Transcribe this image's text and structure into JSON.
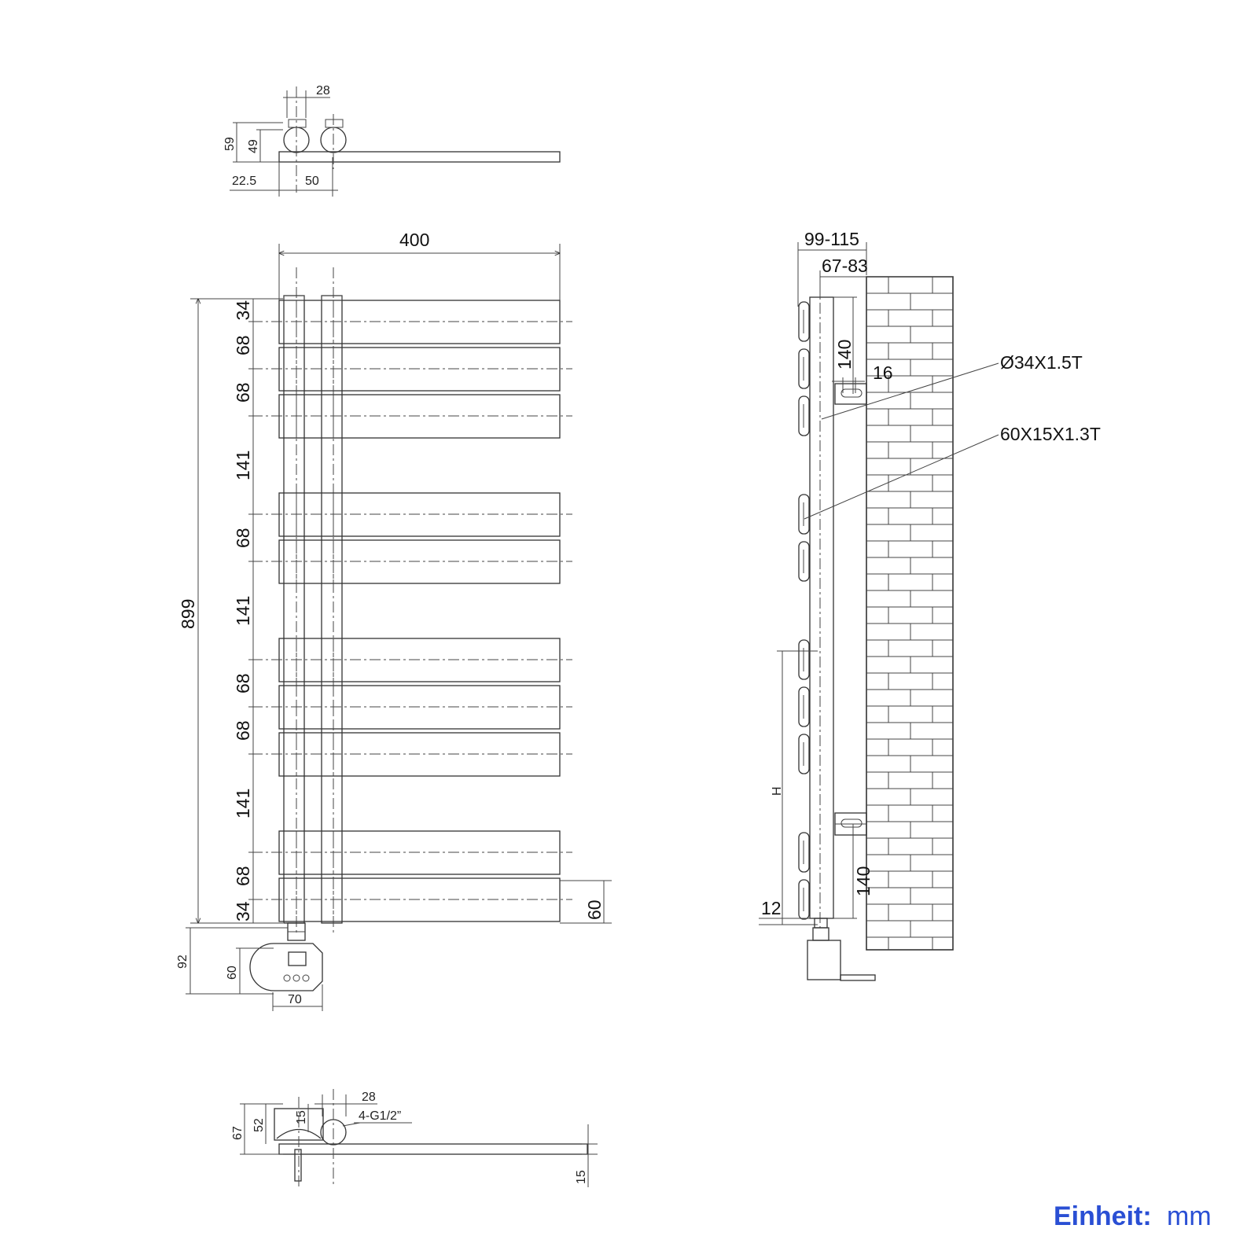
{
  "top_view": {
    "dim_28": "28",
    "dim_59": "59",
    "dim_49": "49",
    "dim_22_5": "22.5",
    "dim_50": "50"
  },
  "front_view": {
    "width": "400",
    "height": "899",
    "spacing_labels": [
      "34",
      "68",
      "68",
      "141",
      "68",
      "141",
      "68",
      "68",
      "141",
      "68",
      "34"
    ],
    "bar_height": "60",
    "controller_offset": "92",
    "controller_height": "60",
    "controller_width": "70"
  },
  "side_view": {
    "depth_overall": "99-115",
    "depth_inner": "67-83",
    "bracket_top": "140",
    "bracket_gap": "16",
    "tube_spec": "Ø34X1.5T",
    "bar_spec": "60X15X1.3T",
    "height_symbol": "H",
    "bottom_offset": "12",
    "bracket_bottom": "140"
  },
  "bottom_view": {
    "dim_28": "28",
    "connection": "4-G1/2”",
    "dim_67": "67",
    "dim_52": "52",
    "dim_15_a": "15",
    "dim_15_b": "15"
  },
  "unit_note": {
    "label": "Einheit:",
    "unit": "mm"
  }
}
